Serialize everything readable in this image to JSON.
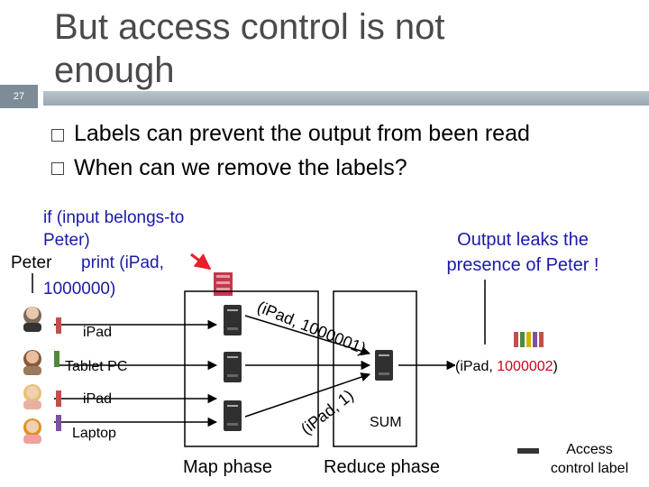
{
  "slide": {
    "number": "27",
    "title": "But access control is not enough",
    "bullets": [
      "Labels can prevent the output from been read",
      "When can we remove the labels?"
    ]
  },
  "code": {
    "line1": "if (input belongs-to",
    "line2": "Peter)",
    "line3_prefix": "Peter",
    "line3": "print (iPad,",
    "line4": "1000000)"
  },
  "note": {
    "line1": "Output leaks the",
    "line2": "presence of Peter !"
  },
  "inputs": [
    {
      "label": "iPad",
      "color": "#c0504d"
    },
    {
      "label": "Tablet PC",
      "color": "#4f8a3c"
    },
    {
      "label": "iPad",
      "color": "#c0504d"
    },
    {
      "label": "Laptop",
      "color": "#7f4fa0"
    }
  ],
  "flow": {
    "top_label": "(iPad, 1000001)",
    "bottom_label": "(iPad, 1)",
    "output_prefix": "(iPad, ",
    "output_value": "1000002",
    "output_suffix": ")",
    "sum": "SUM"
  },
  "phases": {
    "map": "Map phase",
    "reduce": "Reduce phase"
  },
  "legend": {
    "line1": "Access",
    "line2": "control label"
  },
  "colors": {
    "title_gray": "#4a4a4a",
    "code_blue": "#1a1aa8",
    "highlight_red": "#d0021b",
    "arrow_red": "#e8202a"
  }
}
